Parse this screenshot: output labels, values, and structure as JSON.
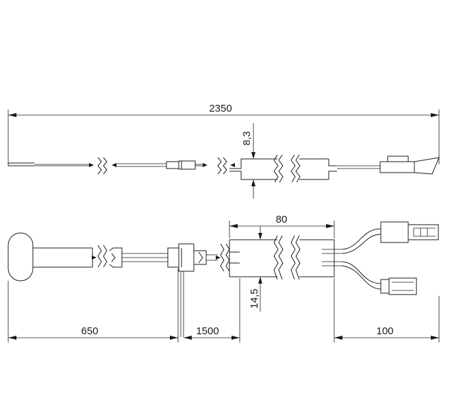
{
  "dimensions": {
    "overall_length": "2350",
    "top_body_height": "8,3",
    "housing_width": "80",
    "housing_height": "14,5",
    "left_segment": "650",
    "middle_segment": "1500",
    "right_segment": "100"
  },
  "colors": {
    "line": "#1a1a1a",
    "background": "#ffffff"
  }
}
